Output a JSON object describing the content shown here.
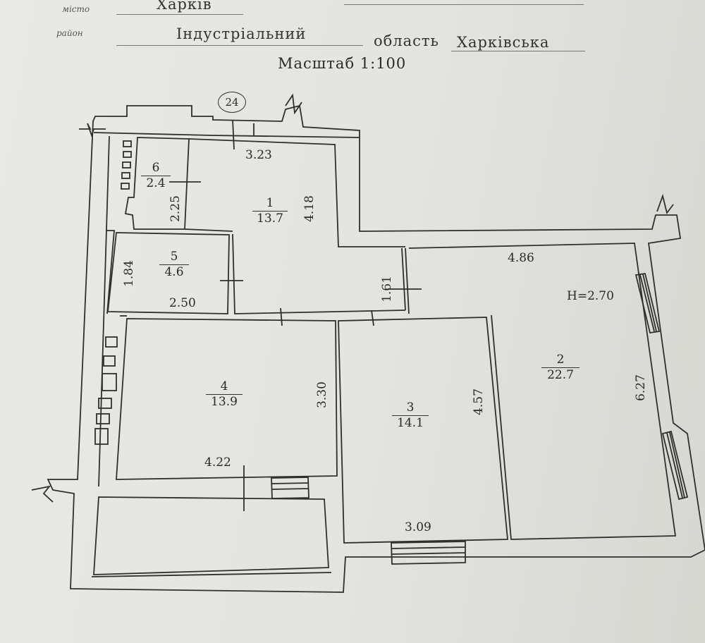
{
  "header": {
    "city_label": "місто",
    "city_value": "Харків",
    "district_label": "район",
    "district_value": "Індустріальний",
    "region_label": "область",
    "region_value": "Харківська",
    "scale": "Масштаб 1:100"
  },
  "plan": {
    "building_number": "24",
    "ceiling_height": "H=2.70"
  },
  "rooms": {
    "1": {
      "number": "1",
      "area": "13.7"
    },
    "2": {
      "number": "2",
      "area": "22.7"
    },
    "3": {
      "number": "3",
      "area": "14.1"
    },
    "4": {
      "number": "4",
      "area": "13.9"
    },
    "5": {
      "number": "5",
      "area": "4.6"
    },
    "6": {
      "number": "6",
      "area": "2.4"
    }
  },
  "dimensions": {
    "d1": "3.23",
    "d2": "2.50",
    "d3": "4.86",
    "d4": "4.22",
    "d5": "3.09",
    "v1": "2.25",
    "v2": "4.18",
    "v3": "1.84",
    "v4": "1.61",
    "v5": "3.30",
    "v6": "4.57",
    "v7": "6.27"
  }
}
